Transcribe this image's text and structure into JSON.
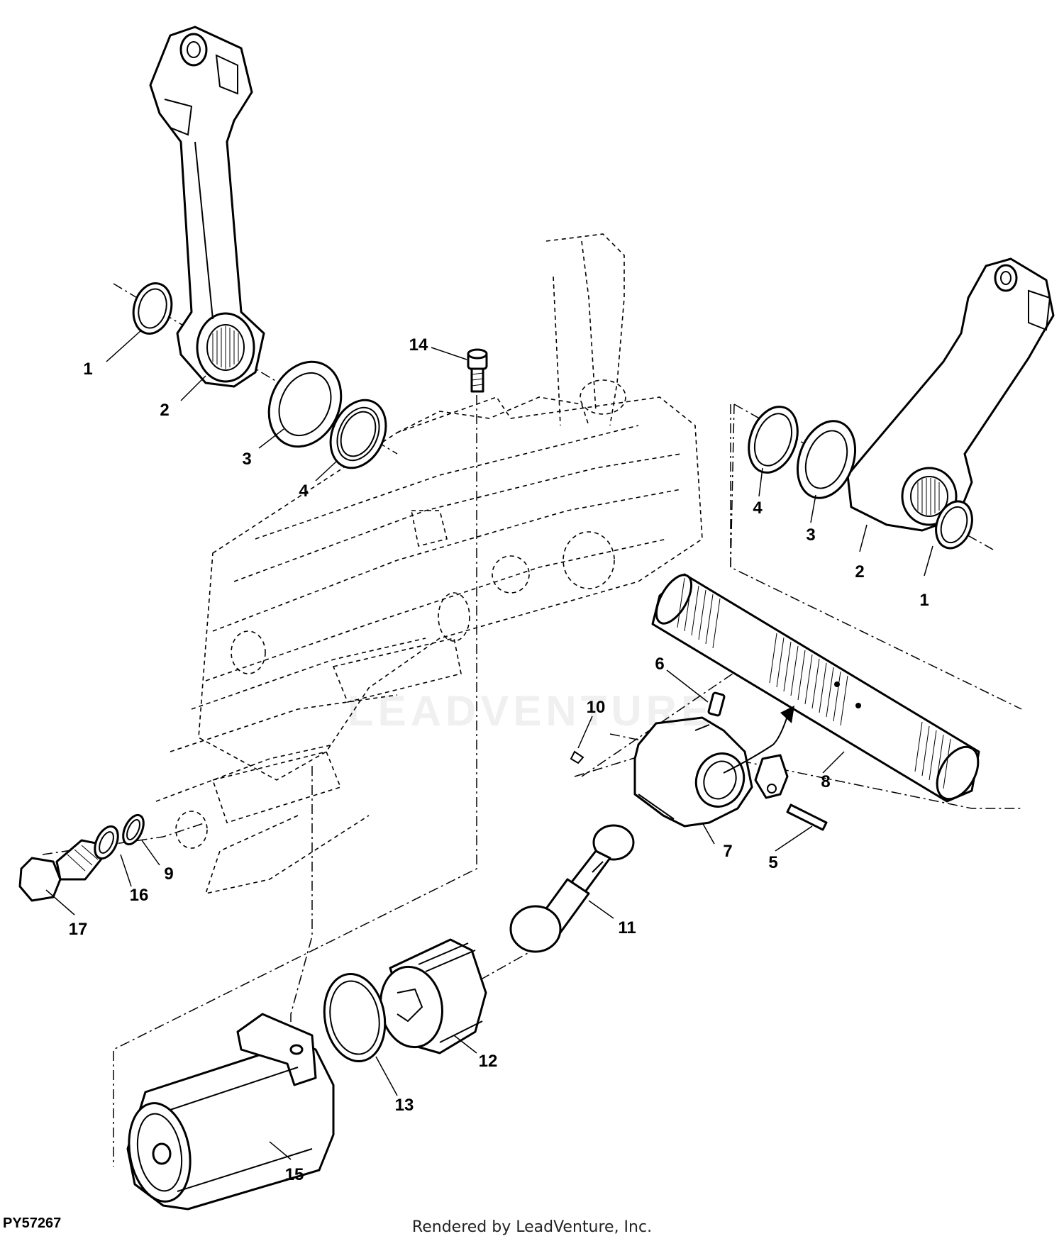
{
  "figure_id": "PY57267",
  "credit": "Rendered by LeadVenture, Inc.",
  "watermark": "LEADVENTURE",
  "callouts": {
    "c1_left": "1",
    "c2_left": "2",
    "c3_left": "3",
    "c4_left": "4",
    "c4_right": "4",
    "c3_right": "3",
    "c2_right": "2",
    "c1_right": "1",
    "c5": "5",
    "c6": "6",
    "c7": "7",
    "c8": "8",
    "c9": "9",
    "c10": "10",
    "c11": "11",
    "c12": "12",
    "c13": "13",
    "c14": "14",
    "c15": "15",
    "c16": "16",
    "c17": "17"
  }
}
